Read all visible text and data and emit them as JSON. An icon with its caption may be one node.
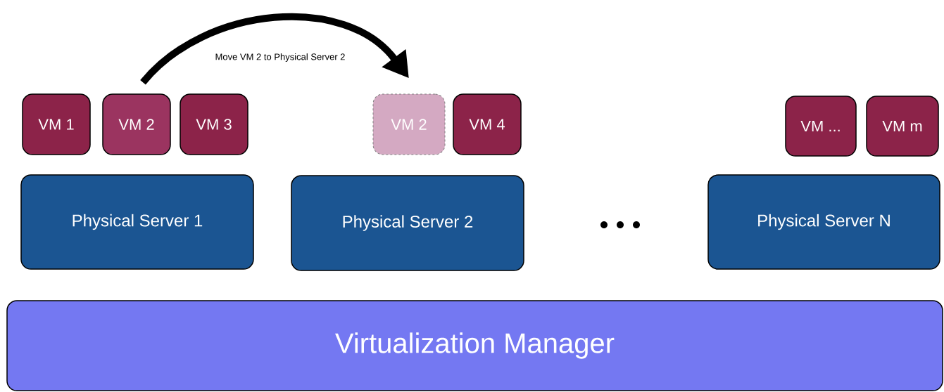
{
  "diagram": {
    "nodes": [
      {
        "text": [
          "VM 1"
        ]
      },
      {
        "text": [
          "VM 2"
        ]
      },
      {
        "text": [
          "VM 3"
        ]
      },
      {
        "text": [
          "VM 2"
        ]
      },
      {
        "text": [
          "VM 4"
        ]
      },
      {
        "text": [
          "VM ..."
        ]
      },
      {
        "text": [
          "VM m"
        ]
      },
      {
        "text": [
          "Physical Server 1"
        ]
      },
      {
        "text": [
          "Physical Server 2"
        ]
      },
      {
        "text": [
          "Physical Server N"
        ]
      },
      {
        "text": [
          "Virtualization Manager"
        ]
      }
    ],
    "edges": [
      {
        "from": 1,
        "to": 3,
        "arrow": "to",
        "label": "Move VM 2 to Physical Server 2"
      }
    ]
  }
}
